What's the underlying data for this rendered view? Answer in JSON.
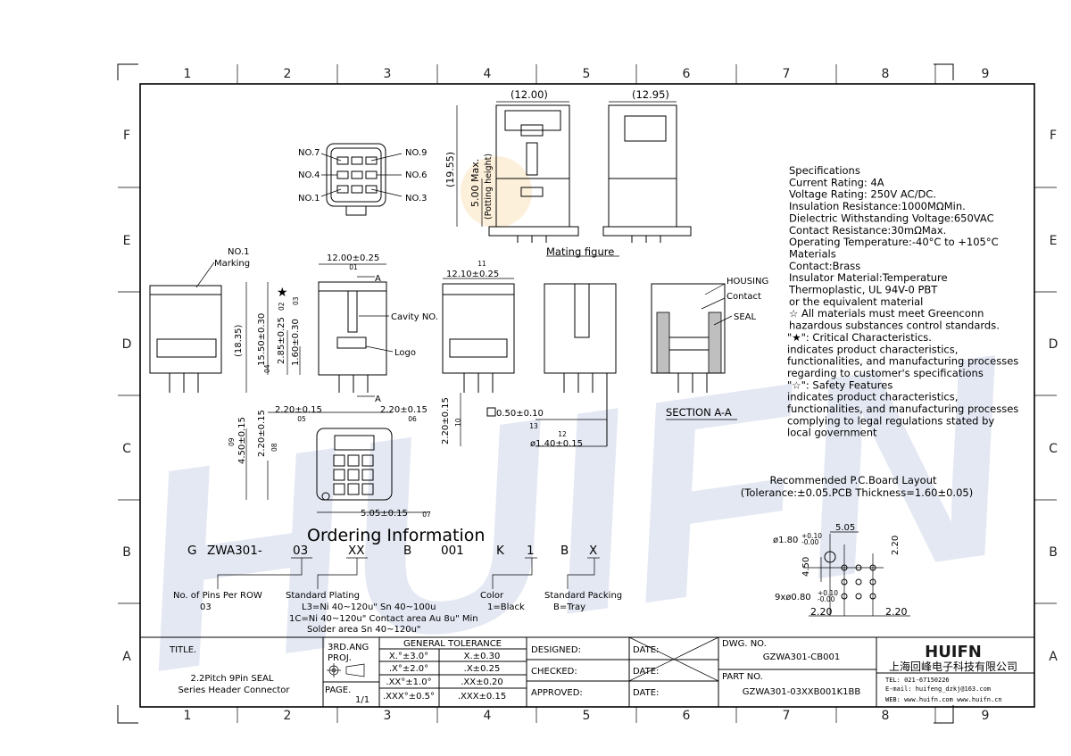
{
  "border": {
    "columns": [
      "1",
      "2",
      "3",
      "4",
      "5",
      "6",
      "7",
      "8",
      "9"
    ],
    "rows": [
      "F",
      "E",
      "D",
      "C",
      "B",
      "A"
    ]
  },
  "watermark": "HUIFN",
  "pin_labels": {
    "no7": "NO.7",
    "no9": "NO.9",
    "no4": "NO.4",
    "no6": "NO.6",
    "no1": "NO.1",
    "no3": "NO.3"
  },
  "mating": {
    "dim_width_front": "(12.00)",
    "dim_width_side": "(12.95)",
    "dim_height": "(19.55)",
    "dim_potting": "5.00 Max.",
    "potting_note": "(Potting height)",
    "label": "Mating figure"
  },
  "views": {
    "marking_label": "NO.1",
    "marking_sub": "Marking",
    "dim_width_main": "12.00±0.25",
    "dim_width_main_ref": "01",
    "dim_height_main": "(18.35)",
    "dim_15": "15.50±0.30",
    "dim_15_ref": "04",
    "dim_285": "2.85±0.25",
    "dim_285_ref": "02",
    "dim_160": "1.60±0.30",
    "dim_160_ref": "03",
    "section_letter": "A",
    "cavity": "Cavity NO.",
    "logo": "Logo",
    "dim_side_width": "12.10±0.25",
    "dim_side_width_ref": "11",
    "housing": "HOUSING",
    "contact": "Contact",
    "seal": "SEAL",
    "section_label": "SECTION A-A"
  },
  "bottom_view": {
    "dim_220_left": "2.20±0.15",
    "dim_220_left_ref": "05",
    "dim_220_right": "2.20±0.15",
    "dim_220_right_ref": "06",
    "dim_220_v1": "2.20±0.15",
    "dim_220_v1_ref": "08",
    "dim_450": "4.50±0.15",
    "dim_450_ref": "09",
    "dim_505": "5.05±0.15",
    "dim_505_ref": "07",
    "dim_220_side": "2.20±0.15",
    "dim_220_side_ref": "10",
    "dim_050": "0.50±0.10",
    "dim_050_ref": "13",
    "dim_140": "ø1.40±0.15",
    "dim_140_ref": "12"
  },
  "specifications": {
    "lines": [
      "Specifications",
      "Current Rating: 4A",
      "Voltage Rating: 250V AC/DC.",
      "Insulation Resistance:1000MΩMin.",
      "Dielectric Withstanding Voltage:650VAC",
      "Contact Resistance:30mΩMax.",
      "Operating Temperature:-40°C to +105°C",
      "Materials",
      "Contact:Brass",
      "Insulator Material:Temperature",
      "Thermoplastic, UL 94V-0 PBT",
      "or the equivalent material",
      "☆ All materials must meet Greenconn",
      "hazardous substances control standards.",
      "\"★\": Critical Characteristics.",
      "indicates product characteristics,",
      "functionalities, and manufacturing processes",
      "regarding to customer's specifications",
      "\"☆\": Safety Features",
      "indicates product characteristics,",
      "functionalities, and manufacturing processes",
      "complying to legal regulations stated by",
      "local government"
    ]
  },
  "pcb": {
    "title": "Recommended P.C.Board Layout",
    "tolerance": "(Tolerance:±0.05.PCB Thickness=1.60±0.05)",
    "dim_505": "5.05",
    "dim_220_right": "2.20",
    "dim_450": "4.50",
    "dim_180": "ø1.80",
    "dim_180_tol_top": "+0.10",
    "dim_180_tol_bot": "-0.00",
    "dim_080": "9xø0.80",
    "dim_080_tol_top": "+0.10",
    "dim_080_tol_bot": "-0.00",
    "dim_220_bottom_left": "2.20",
    "dim_220_bottom_right": "2.20"
  },
  "ordering": {
    "title": "Ordering Information",
    "code_parts": [
      "G",
      "ZWA301-",
      "03",
      "XX",
      "B",
      "001",
      "K",
      "1",
      "B",
      "X"
    ],
    "pins_label": "No. of Pins Per ROW",
    "pins_value": "03",
    "plating_label": "Standard Plating",
    "plating_l3": "L3=Ni 40~120u\" Sn 40~100u",
    "plating_1c": "1C=Ni 40~120u\" Contact area Au 8u\" Min",
    "plating_solder": "Solder area Sn 40~120u\"",
    "color_label": "Color",
    "color_value": "1=Black",
    "packing_label": "Standard Packing",
    "packing_value": "B=Tray"
  },
  "title_block": {
    "title_label": "TITLE.",
    "title_line1": "2.2Pitch 9Pin SEAL",
    "title_line2": "Series Header Connector",
    "proj_line1": "3RD.ANG",
    "proj_line2": "PROJ.",
    "page_label": "PAGE.",
    "page_value": "1/1",
    "tolerance_header": "GENERAL TOLERANCE",
    "tol_rows": [
      [
        "X.°±3.0°",
        "X.±0.30"
      ],
      [
        ".X°±2.0°",
        ".X±0.25"
      ],
      [
        ".XX°±1.0°",
        ".XX±0.20"
      ],
      [
        ".XXX°±0.5°",
        ".XXX±0.15"
      ]
    ],
    "designed": "DESIGNED:",
    "checked": "CHECKED:",
    "approved": "APPROVED:",
    "date": "DATE:",
    "dwg_label": "DWG. NO.",
    "dwg_value": "GZWA301-CB001",
    "part_label": "PART NO.",
    "part_value": "GZWA301-03XXB001K1BB",
    "company_logo": "HUIFN",
    "company_cn": "上海回峰电子科技有限公司",
    "tel": "TEL: 021-67150226",
    "email": "E-mail: huifeng_dzkj@163.com",
    "web": "WEB: www.huifn.com  www.huifn.cn"
  }
}
